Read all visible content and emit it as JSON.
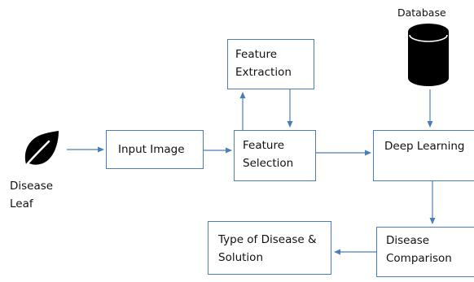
{
  "nodes": {
    "leaf": {
      "label": "Disease\nLeaf",
      "icon": "leaf-icon"
    },
    "input_image": {
      "label": "Input Image"
    },
    "feature_extraction": {
      "label": "Feature\nExtraction"
    },
    "feature_selection": {
      "label": "Feature\nSelection"
    },
    "database": {
      "label": "Database",
      "icon": "database-icon"
    },
    "deep_learning": {
      "label": "Deep Learning"
    },
    "disease_comparison": {
      "label": "Disease\nComparison"
    },
    "type_of_disease": {
      "label": "Type of Disease &\nSolution"
    }
  },
  "colors": {
    "box_border": "#4a7ebb",
    "arrow": "#4a7ebb",
    "icon_fill": "#000000"
  }
}
